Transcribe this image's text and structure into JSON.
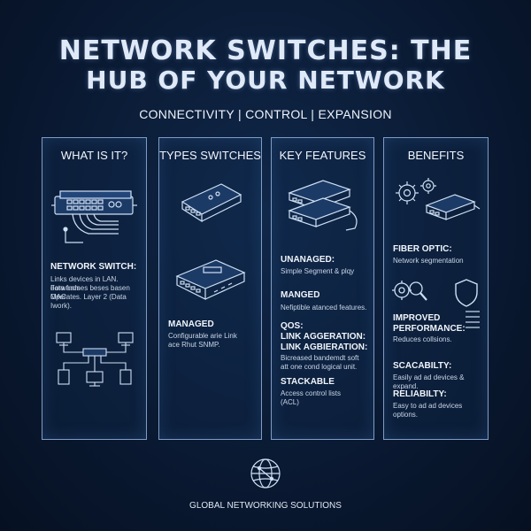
{
  "title": {
    "line1": "NETWORK SWITCHES: THE",
    "line2": "HUB OF YOUR NETWORK"
  },
  "tagline": "CONNECTIVITY | CONTROL | EXPANSION",
  "panels": {
    "what": {
      "heading": "WHAT IS IT?",
      "item_title": "NETWORK SWITCH:",
      "item_text": [
        "Links devices in LAN. Forwards",
        "data frames beses basen MAC",
        "Operates. Layer 2 (Data Iwork)."
      ]
    },
    "types": {
      "heading": "TYPES SWITCHES",
      "item_title": "MANAGED",
      "item_text": [
        "Configurable arie Link",
        "ace Rhut SNMP."
      ]
    },
    "features": {
      "heading": "KEY FEATURES",
      "items": [
        {
          "title": "UNANAGED:",
          "text": [
            "Simple Segment & plqy"
          ]
        },
        {
          "title": "MANGED",
          "text": [
            "Nefiptible atanced features."
          ]
        },
        {
          "title": "QOS:",
          "text": []
        },
        {
          "title": "LINK AGGERATION:",
          "text": []
        },
        {
          "title": "LINK AGBIERATION:",
          "text": [
            "Bicreased bandemdt soft",
            "att one cond logical unit."
          ]
        },
        {
          "title": "STACKABLE",
          "text": [
            "Access control lists",
            "(ACL)"
          ]
        }
      ]
    },
    "benefits": {
      "heading": "BENEFITS",
      "items": [
        {
          "title": "FIBER OPTIC:",
          "text": [
            "Network segmentation"
          ]
        },
        {
          "title": "IMPROVED",
          "text": []
        },
        {
          "title": "PERFORMANCE:",
          "text": [
            "Reduces collsions."
          ]
        },
        {
          "title": "SCACABILTY:",
          "text": [
            "Easily ad ad devices & expand."
          ]
        },
        {
          "title": "RELIABILTY:",
          "text": [
            "Easy to ad ad devices",
            "options."
          ]
        }
      ]
    }
  },
  "footer": "GLOBAL NETWORKING SOLUTIONS",
  "colors": {
    "background": "#0a1a33",
    "panel_border": "#7f9cc4",
    "text": "#e8eef8"
  },
  "icons": [
    "rack-switch-icon",
    "network-topology-icon",
    "switch-device-icon",
    "gears-icon",
    "magnifier-icon",
    "shield-icon",
    "chart-icon",
    "globe-icon"
  ]
}
